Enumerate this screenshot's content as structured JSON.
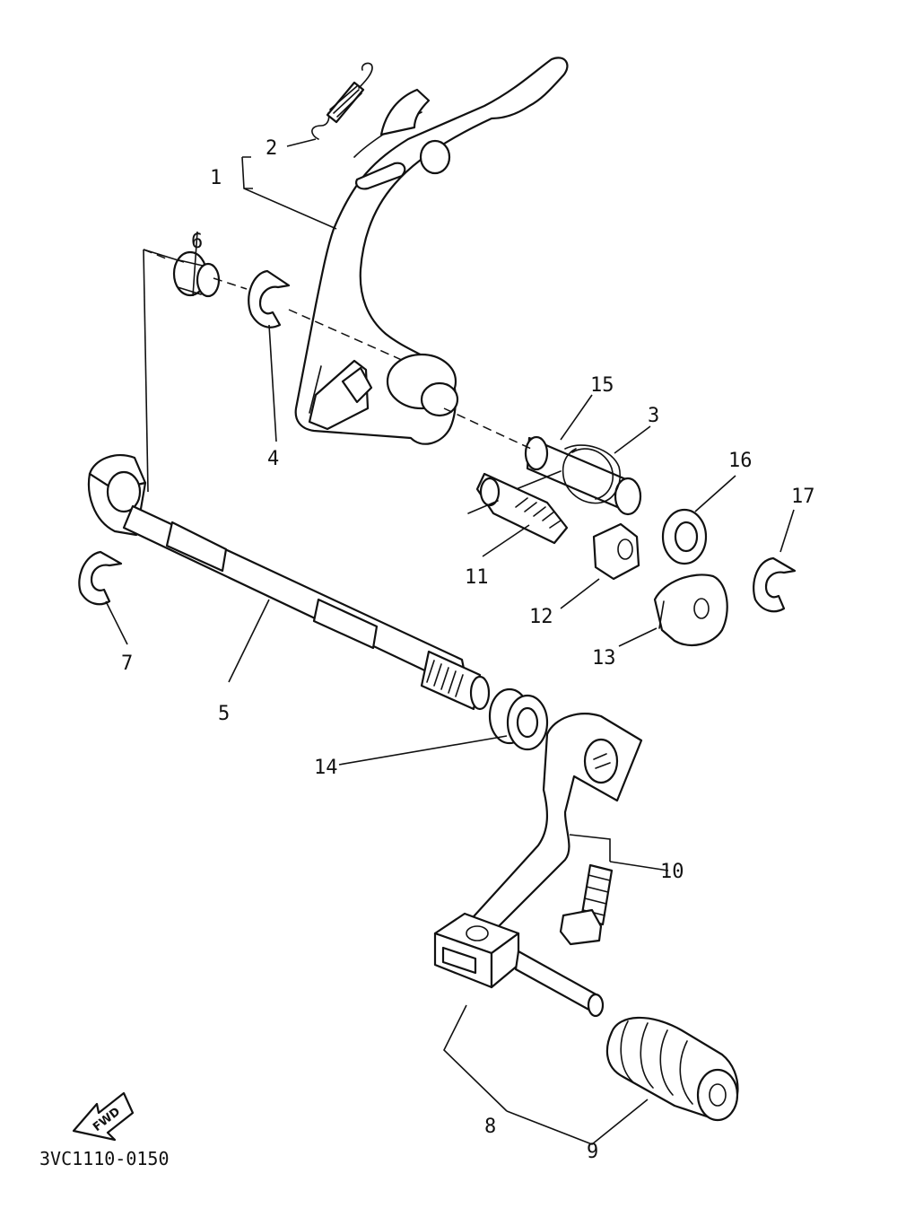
{
  "diagram": {
    "part_labels": {
      "p1": "1",
      "p2": "2",
      "p3": "3",
      "p4": "4",
      "p5": "5",
      "p6": "6",
      "p7": "7",
      "p8": "8",
      "p9": "9",
      "p10": "10",
      "p11": "11",
      "p12": "12",
      "p13": "13",
      "p14": "14",
      "p15": "15",
      "p16": "16",
      "p17": "17"
    },
    "fwd_label": "FWD",
    "drawing_code": "3VC1110-0150"
  }
}
